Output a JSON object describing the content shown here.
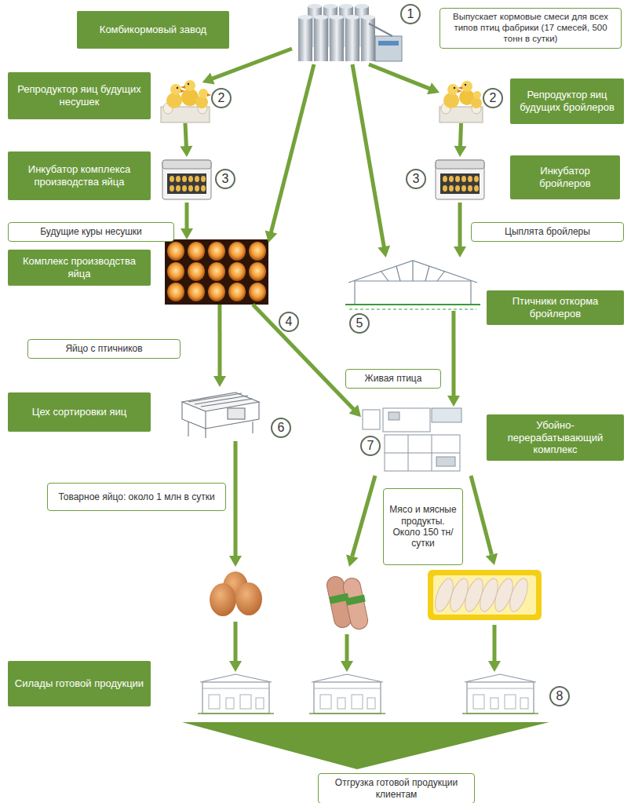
{
  "diagram": {
    "nodes": [
      {
        "text": [
          "Комбикормовый завод"
        ]
      },
      {
        "text": [
          "1"
        ]
      },
      {
        "text": [
          "Выпускает кормовые смеси для всех типов птиц фабрики (17 смесей, 500 тонн в сутки)"
        ]
      },
      {
        "text": [
          "Репродуктор яиц будущих несушек"
        ]
      },
      {
        "text": [
          "2"
        ]
      },
      {
        "text": [
          "2"
        ]
      },
      {
        "text": [
          "Репродуктор яиц будущих бройлеров"
        ]
      },
      {
        "text": [
          "Инкубатор комплекса производства яйца"
        ]
      },
      {
        "text": [
          "3"
        ]
      },
      {
        "text": [
          "3"
        ]
      },
      {
        "text": [
          "Инкубатор бройлеров"
        ]
      },
      {
        "text": [
          "Будущие куры несушки"
        ]
      },
      {
        "text": [
          "Цыплята бройлеры"
        ]
      },
      {
        "text": [
          "Комплекс производства яйца"
        ]
      },
      {
        "text": [
          "4"
        ]
      },
      {
        "text": [
          "5"
        ]
      },
      {
        "text": [
          "Птичники откорма бройлеров"
        ]
      },
      {
        "text": [
          "Яйцо с птичников"
        ]
      },
      {
        "text": [
          "Живая птица"
        ]
      },
      {
        "text": [
          "Цех сортировки яиц"
        ]
      },
      {
        "text": [
          "6"
        ]
      },
      {
        "text": [
          "7"
        ]
      },
      {
        "text": [
          "Убойно-перерабатывающий комплекс"
        ]
      },
      {
        "text": [
          "Товарное яйцо: около 1 млн в сутки"
        ]
      },
      {
        "text": [
          "Мясо и мясные продукты. Около 150 тн/сутки"
        ]
      },
      {
        "text": [
          "Силады готовой продукции"
        ]
      },
      {
        "text": [
          "8"
        ]
      },
      {
        "text": [
          "Отгрузка готовой продукции клиентам"
        ]
      }
    ],
    "edges": [
      {
        "from": 1,
        "to": 4,
        "arrow": "to"
      },
      {
        "from": 1,
        "to": 5,
        "arrow": "to"
      },
      {
        "from": 1,
        "to": 14,
        "arrow": "to"
      },
      {
        "from": 1,
        "to": 15,
        "arrow": "to"
      },
      {
        "from": 4,
        "to": 8,
        "arrow": "to"
      },
      {
        "from": 5,
        "to": 9,
        "arrow": "to"
      },
      {
        "from": 8,
        "to": 14,
        "arrow": "to"
      },
      {
        "from": 9,
        "to": 15,
        "arrow": "to"
      },
      {
        "from": 14,
        "to": 20,
        "arrow": "to"
      },
      {
        "from": 14,
        "to": 21,
        "arrow": "to"
      },
      {
        "from": 15,
        "to": 21,
        "arrow": "to"
      }
    ]
  }
}
